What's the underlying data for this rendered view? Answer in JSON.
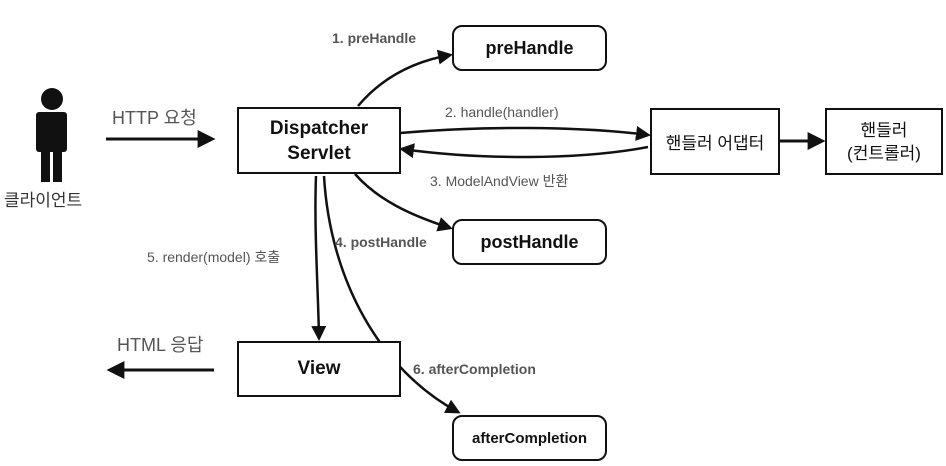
{
  "client": {
    "label": "클라이언트"
  },
  "http_request": {
    "label": "HTTP 요청"
  },
  "http_response": {
    "label": "HTML 응답"
  },
  "dispatcher": {
    "label": "Dispatcher\nServlet"
  },
  "adapter": {
    "label": "핸들러 어댑터"
  },
  "handler": {
    "label": "핸들러\n(컨트롤러)"
  },
  "view": {
    "label": "View"
  },
  "interceptors": {
    "pre_handle": {
      "box": "preHandle",
      "step": "1. preHandle"
    },
    "post_handle": {
      "box": "postHandle",
      "step": "4. postHandle"
    },
    "after_completion": {
      "box": "afterCompletion",
      "step": "6. afterCompletion"
    }
  },
  "steps": {
    "handle": "2. handle(handler)",
    "model_and_view": "3. ModelAndView 반환",
    "render": "5. render(model) 호출"
  }
}
